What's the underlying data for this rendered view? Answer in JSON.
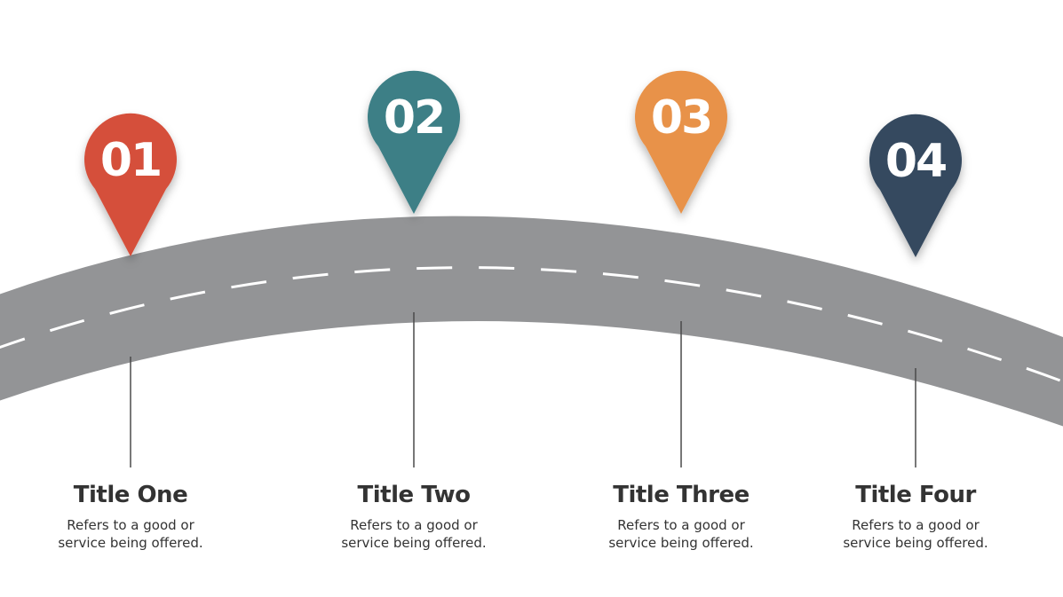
{
  "colors": {
    "road": "#939496",
    "road_dash": "#ffffff",
    "connector": "#4a4a4a",
    "text": "#333333"
  },
  "steps": [
    {
      "number": "01",
      "title": "Title One",
      "description": "Refers to a good or service being offered.",
      "color": "#d5503a"
    },
    {
      "number": "02",
      "title": "Title Two",
      "description": "Refers to a good or service being offered.",
      "color": "#3e7f86"
    },
    {
      "number": "03",
      "title": "Title Three",
      "description": "Refers to a good or service being offered.",
      "color": "#e8924a"
    },
    {
      "number": "04",
      "title": "Title Four",
      "description": "Refers to a good or service being offered.",
      "color": "#34495f"
    }
  ]
}
